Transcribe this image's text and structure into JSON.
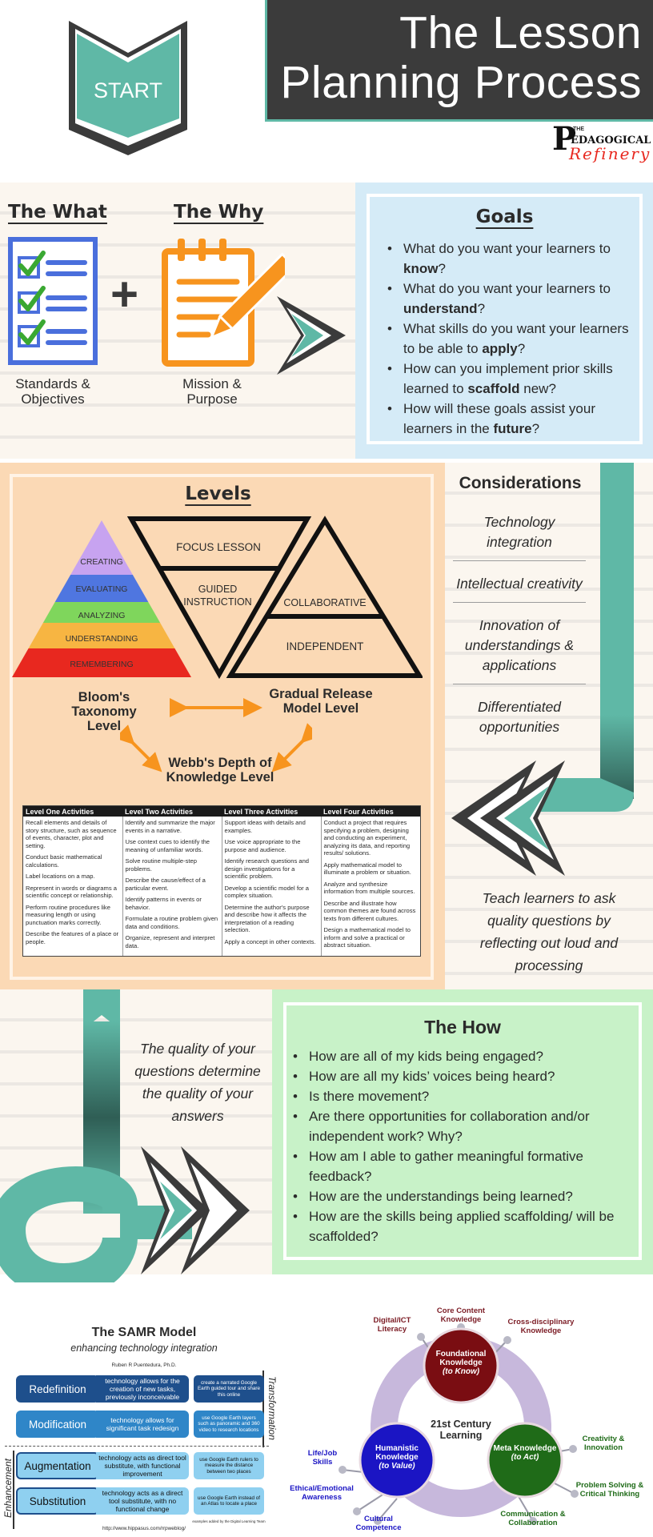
{
  "header": {
    "start_label": "START",
    "title_line1": "The Lesson",
    "title_line2": "Planning Process",
    "brand_the": "THE",
    "brand_p": "P",
    "brand_rest": "EDAGOGICAL",
    "brand_refinery": "Refinery"
  },
  "what": {
    "heading": "The What",
    "caption": "Standards & Objectives"
  },
  "why": {
    "heading": "The Why",
    "caption": "Mission & Purpose"
  },
  "goals": {
    "heading": "Goals",
    "items": [
      {
        "pre": "What do you want your learners to ",
        "bold": "know",
        "post": "?"
      },
      {
        "pre": "What do you want your learners to ",
        "bold": "understand",
        "post": "?"
      },
      {
        "pre": "What skills do you want your learners to be able to ",
        "bold": "apply",
        "post": "?"
      },
      {
        "pre": "How can you implement prior skills learned to ",
        "bold": "scaffold",
        "post": " new?"
      },
      {
        "pre": "How will these goals assist your learners in the ",
        "bold": "future",
        "post": "?"
      }
    ]
  },
  "levels": {
    "heading": "Levels",
    "bloom_levels": [
      "CREATING",
      "EVALUATING",
      "ANALYZING",
      "UNDERSTANDING",
      "REMEMBERING"
    ],
    "bloom_colors": [
      "#c7a3f0",
      "#4f76e0",
      "#7fd65c",
      "#f7b542",
      "#e8281f"
    ],
    "grr_focus": "FOCUS LESSON",
    "grr_guided": "GUIDED INSTRUCTION",
    "grr_collab": "COLLABORATIVE",
    "grr_independent": "INDEPENDENT",
    "bloom_label": "Bloom's Taxonomy Level",
    "grr_label": "Gradual Release Model Level",
    "webb_label": "Webb's Depth of Knowledge Level"
  },
  "webb_table": {
    "headers": [
      "Level One Activities",
      "Level Two Activities",
      "Level Three Activities",
      "Level Four Activities"
    ],
    "columns": [
      [
        "Recall elements and details of story structure, such as sequence of events, character, plot and setting.",
        "Conduct basic mathematical calculations.",
        "Label locations on a map.",
        "Represent in words or diagrams a scientific concept or relationship.",
        "Perform routine procedures like measuring length or using punctuation marks correctly.",
        "Describe the features of a place or people."
      ],
      [
        "Identify and summarize the major events in a narrative.",
        "Use context cues to identify the meaning of unfamiliar words.",
        "Solve routine multiple-step problems.",
        "Describe the cause/effect of a particular event.",
        "Identify patterns in events or behavior.",
        "Formulate a routine problem given data and conditions.",
        "Organize, represent and interpret data."
      ],
      [
        "Support ideas with details and examples.",
        "Use voice appropriate to the purpose and audience.",
        "Identify research questions and design investigations for a scientific problem.",
        "Develop a scientific model for a complex situation.",
        "Determine the author's purpose and describe how it affects the interpretation of a reading selection.",
        "Apply a concept in other contexts."
      ],
      [
        "Conduct a project that requires specifying a problem, designing and conducting an experiment, analyzing its data, and reporting results/ solutions.",
        "Apply mathematical model to illuminate a problem or situation.",
        "Analyze and synthesize information from multiple sources.",
        "Describe and illustrate how common themes are found across texts from different cultures.",
        "Design a mathematical model to inform and solve a practical or abstract situation."
      ]
    ]
  },
  "considerations": {
    "heading": "Considerations",
    "items": [
      "Technology integration",
      "Intellectual creativity",
      "Innovation of understandings & applications",
      "Differentiated opportunities"
    ],
    "teach_note": "Teach learners to ask quality questions by reflecting out loud and processing"
  },
  "quality_quote": "The quality of your questions determine the quality of your answers",
  "how": {
    "heading": "The How",
    "items": [
      "How are all of my kids being engaged?",
      "How are all my kids’ voices being heard?",
      "Is there movement?",
      "Are there opportunities for collaboration and/or independent work? Why?",
      "How am I able to gather meaningful formative feedback?",
      "How are the understandings being learned?",
      "How are the skills being applied scaffolding/ will be scaffolded?"
    ]
  },
  "samr": {
    "title": "The SAMR Model",
    "subtitle": "enhancing technology integration",
    "author": "Ruben R Puentedura, Ph.D.",
    "transformation_label": "Transformation",
    "enhancement_label": "Enhancement",
    "rows": [
      {
        "label": "Redefinition",
        "desc": "technology allows for the creation of new tasks, previously inconceivable",
        "example": "create a narrated Google Earth guided tour and share this online"
      },
      {
        "label": "Modification",
        "desc": "technology allows for significant task redesign",
        "example": "use Google Earth layers such as panoramic and 360 video to research locations"
      },
      {
        "label": "Augmentation",
        "desc": "technology acts as direct tool substitute, with functional improvement",
        "example": "use Google Earth rulers to measure the distance between two places"
      },
      {
        "label": "Substitution",
        "desc": "technology acts as a direct tool substitute, with no functional change",
        "example": "use Google Earth instead of an Atlas to locate a place"
      }
    ],
    "example_note": "examples added by the Digital Learning Team",
    "url": "http://www.hippasus.com/rrpweblog/"
  },
  "c21": {
    "center": "21st Century Learning",
    "foundational": "Foundational Knowledge",
    "foundational_sub": "(to Know)",
    "humanistic": "Humanistic Knowledge",
    "humanistic_sub": "(to Value)",
    "meta": "Meta Knowledge",
    "meta_sub": "(to Act)",
    "core": "Core Content Knowledge",
    "digital": "Digital/ICT Literacy",
    "cross": "Cross-disciplinary Knowledge",
    "life": "Life/Job Skills",
    "ethical": "Ethical/Emotional Awareness",
    "cultural": "Cultural Competence",
    "creativity": "Creativity & Innovation",
    "problem": "Problem Solving & Critical Thinking",
    "communication": "Communication & Collaboration"
  },
  "colors": {
    "teal": "#5fb8a6",
    "dark": "#3b3b3b",
    "orange": "#f7941e",
    "blue": "#4a6fdc",
    "peach": "#fbd9b5",
    "goalsblue": "#d5ebf7",
    "howgreen": "#c8f2c8"
  },
  "icons": {
    "start": "start-book-icon",
    "checklist": "checklist-icon",
    "notepad": "notepad-pencil-icon"
  }
}
